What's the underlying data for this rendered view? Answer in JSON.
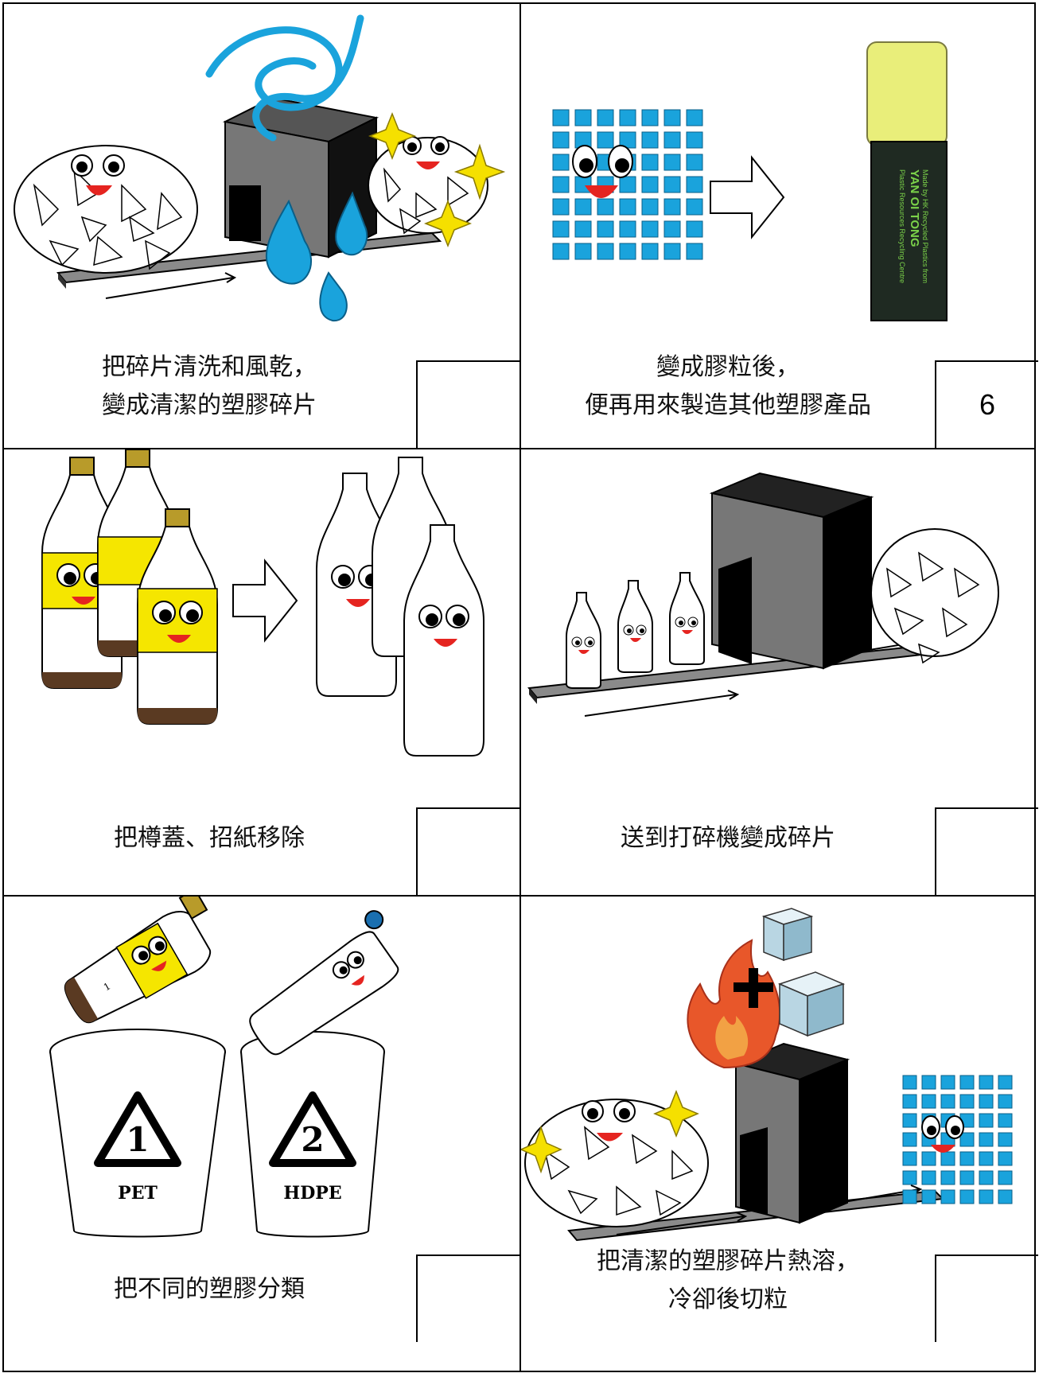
{
  "panels": [
    {
      "caption": [
        "把碎片清洗和風乾，",
        "變成清潔的塑膠碎片"
      ],
      "number": ""
    },
    {
      "caption": [
        "變成膠粒後，",
        "便再用來製造其他塑膠產品"
      ],
      "number": "6",
      "product_text": [
        "Made by HK Recycled Plastics from",
        "YAN OI TONG",
        "Plastic Resources Recycling Centre"
      ]
    },
    {
      "caption": [
        "把樽蓋、招紙移除"
      ],
      "number": ""
    },
    {
      "caption": [
        "送到打碎機變成碎片"
      ],
      "number": ""
    },
    {
      "caption": [
        "把不同的塑膠分類"
      ],
      "number": "",
      "bins": [
        {
          "code": "1",
          "label": "PET"
        },
        {
          "code": "2",
          "label": "HDPE"
        }
      ],
      "bottle_marks": [
        "1"
      ]
    },
    {
      "caption": [
        "把清潔的塑膠碎片熱溶，",
        "冷卻後切粒"
      ],
      "number": ""
    }
  ],
  "colors": {
    "water": "#1aa3dc",
    "pellet": "#1aa3dc",
    "label_yellow": "#f5e600",
    "mouth": "#e52420",
    "sparkle": "#f5e000",
    "flame": "#e8572a",
    "highlighter_body": "#1f2a22",
    "highlighter_cap": "#e9ee7a"
  },
  "icons": [
    "shredder-machine-icon",
    "conveyor-belt-icon",
    "flake-pile-icon",
    "water-drop-icon",
    "swirl-icon",
    "sparkle-icon",
    "pellet-grid-icon",
    "arrow-right-icon",
    "highlighter-icon",
    "bottle-icon",
    "recycle-symbol-icon",
    "bin-icon",
    "flame-icon",
    "ice-cube-icon",
    "plus-icon"
  ]
}
